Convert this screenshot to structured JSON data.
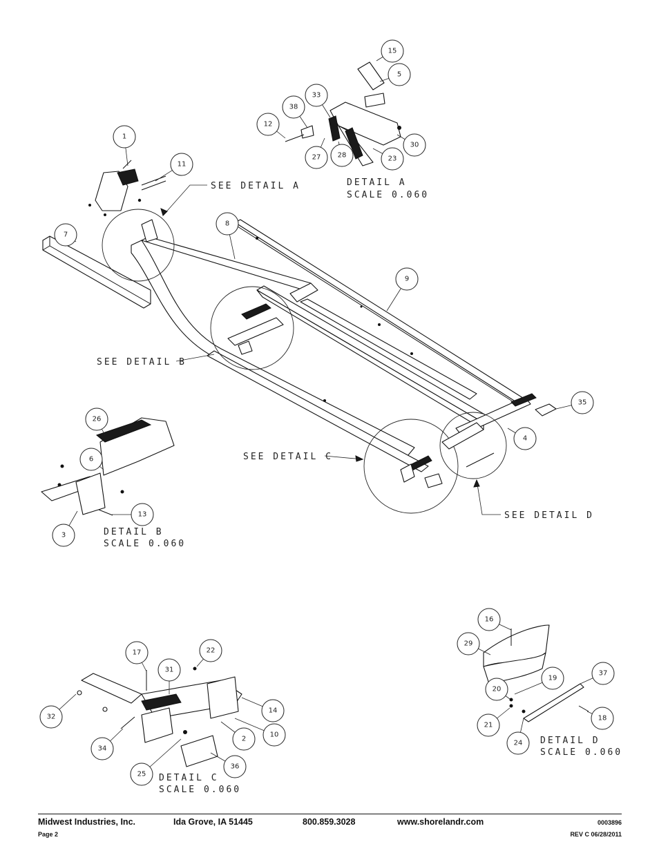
{
  "callouts": [
    "15",
    "5",
    "33",
    "38",
    "12",
    "27",
    "28",
    "23",
    "30",
    "1",
    "11",
    "7",
    "8",
    "9",
    "35",
    "4",
    "26",
    "6",
    "13",
    "3",
    "16",
    "29",
    "17",
    "22",
    "31",
    "32",
    "14",
    "10",
    "2",
    "34",
    "25",
    "36",
    "19",
    "37",
    "20",
    "21",
    "18",
    "24"
  ],
  "labels": {
    "see_detail_a": "SEE DETAIL  A",
    "see_detail_b": "SEE DETAIL  B",
    "see_detail_c": "SEE DETAIL  C",
    "see_detail_d": "SEE DETAIL  D",
    "detail_a": "DETAIL  A",
    "detail_b": "DETAIL  B",
    "detail_c": "DETAIL  C",
    "detail_d": "DETAIL  D",
    "scale": "SCALE  0.060"
  },
  "footer": {
    "company": "Midwest Industries, Inc.",
    "location": "Ida Grove, IA  51445",
    "phone": "800.859.3028",
    "website": "www.shorelandr.com",
    "doc_number": "0003896",
    "page": "Page 2",
    "revision": "REV C  06/28/2011"
  }
}
